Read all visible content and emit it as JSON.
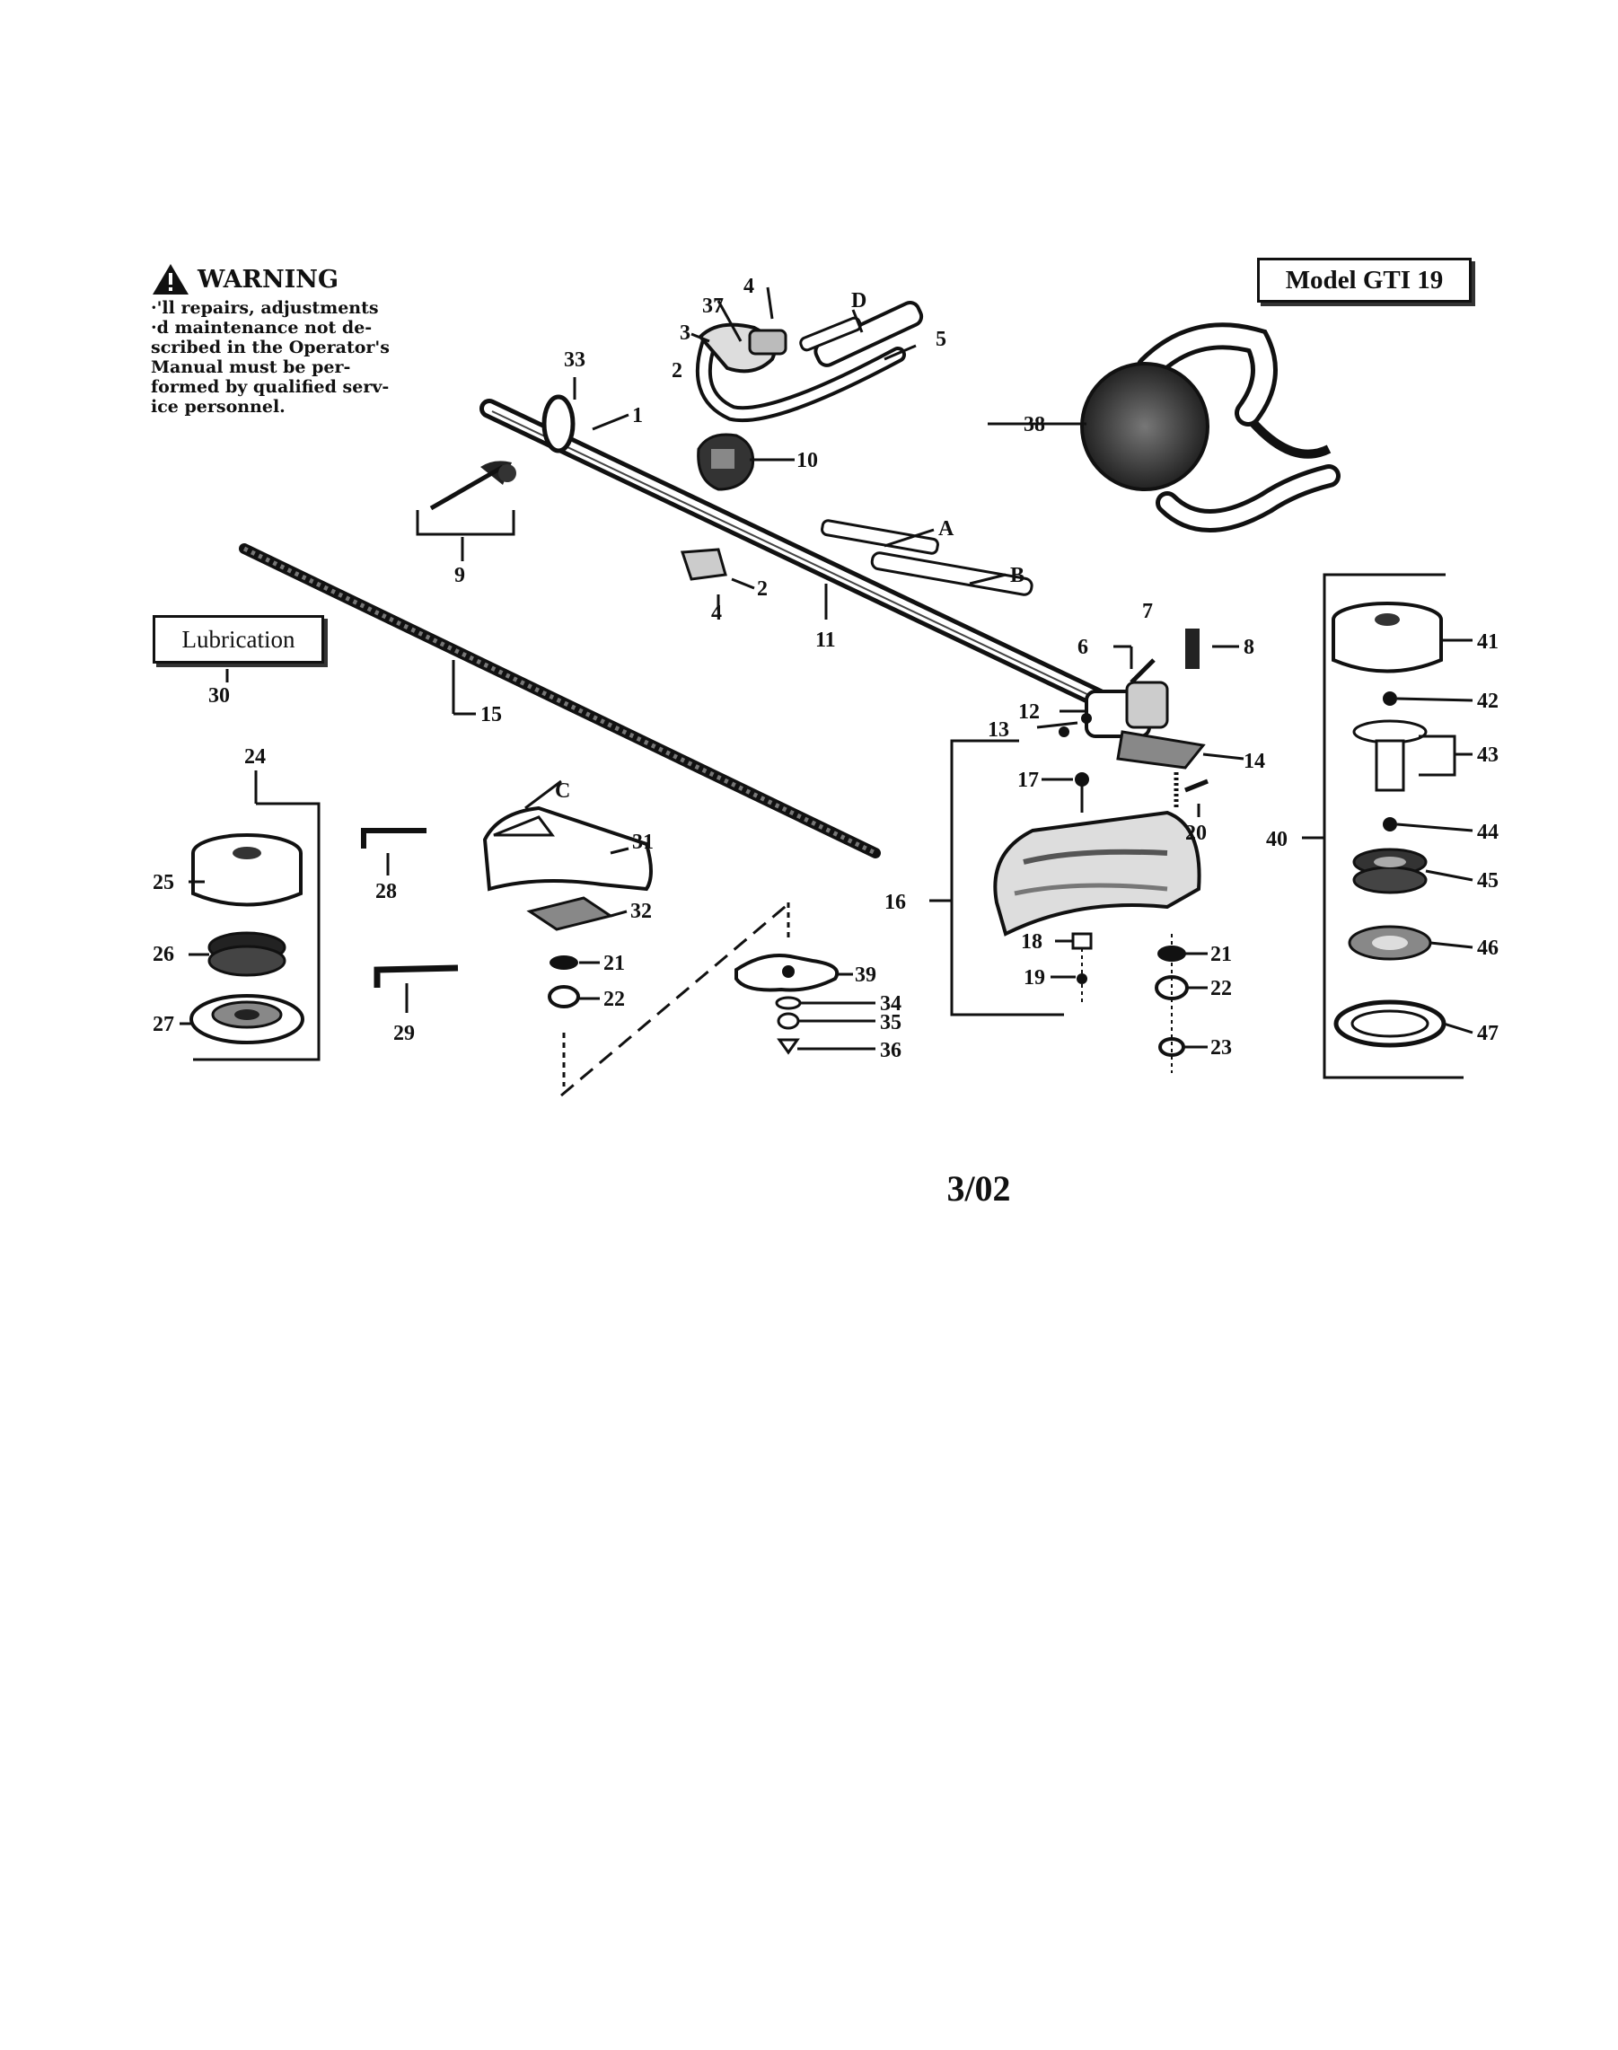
{
  "warning": {
    "title": "WARNING",
    "lines": [
      "·'ll repairs, adjustments",
      "·d maintenance not de-",
      "scribed in the Operator's",
      "Manual must be per-",
      "formed by qualified serv-",
      "ice personnel."
    ]
  },
  "model_label": "Model GTI 19",
  "lubrication_label": "Lubrication",
  "date_code": "3/02",
  "part_labels": [
    {
      "id": "p1",
      "text": "1"
    },
    {
      "id": "p2a",
      "text": "2"
    },
    {
      "id": "p2b",
      "text": "2"
    },
    {
      "id": "p3",
      "text": "3"
    },
    {
      "id": "p4a",
      "text": "4"
    },
    {
      "id": "p4b",
      "text": "4"
    },
    {
      "id": "p5",
      "text": "5"
    },
    {
      "id": "p6",
      "text": "6"
    },
    {
      "id": "p7",
      "text": "7"
    },
    {
      "id": "p8",
      "text": "8"
    },
    {
      "id": "p9",
      "text": "9"
    },
    {
      "id": "p10",
      "text": "10"
    },
    {
      "id": "p11",
      "text": "11"
    },
    {
      "id": "p12",
      "text": "12"
    },
    {
      "id": "p13",
      "text": "13"
    },
    {
      "id": "p14",
      "text": "14"
    },
    {
      "id": "p15",
      "text": "15"
    },
    {
      "id": "p16",
      "text": "16"
    },
    {
      "id": "p17",
      "text": "17"
    },
    {
      "id": "p18",
      "text": "18"
    },
    {
      "id": "p19",
      "text": "19"
    },
    {
      "id": "p20",
      "text": "20"
    },
    {
      "id": "p21a",
      "text": "21"
    },
    {
      "id": "p21b",
      "text": "21"
    },
    {
      "id": "p22a",
      "text": "22"
    },
    {
      "id": "p22b",
      "text": "22"
    },
    {
      "id": "p23",
      "text": "23"
    },
    {
      "id": "p24",
      "text": "24"
    },
    {
      "id": "p25",
      "text": "25"
    },
    {
      "id": "p26",
      "text": "26"
    },
    {
      "id": "p27",
      "text": "27"
    },
    {
      "id": "p28",
      "text": "28"
    },
    {
      "id": "p29",
      "text": "29"
    },
    {
      "id": "p30",
      "text": "30"
    },
    {
      "id": "p31",
      "text": "31"
    },
    {
      "id": "p32",
      "text": "32"
    },
    {
      "id": "p33",
      "text": "33"
    },
    {
      "id": "p34",
      "text": "34"
    },
    {
      "id": "p35",
      "text": "35"
    },
    {
      "id": "p36",
      "text": "36"
    },
    {
      "id": "p37",
      "text": "37"
    },
    {
      "id": "p38",
      "text": "38"
    },
    {
      "id": "p39",
      "text": "39"
    },
    {
      "id": "p40",
      "text": "40"
    },
    {
      "id": "p41",
      "text": "41"
    },
    {
      "id": "p42",
      "text": "42"
    },
    {
      "id": "p43",
      "text": "43"
    },
    {
      "id": "p44",
      "text": "44"
    },
    {
      "id": "p45",
      "text": "45"
    },
    {
      "id": "p46",
      "text": "46"
    },
    {
      "id": "p47",
      "text": "47"
    },
    {
      "id": "pA",
      "text": "A"
    },
    {
      "id": "pB",
      "text": "B"
    },
    {
      "id": "pC",
      "text": "C"
    },
    {
      "id": "pD",
      "text": "D"
    }
  ]
}
